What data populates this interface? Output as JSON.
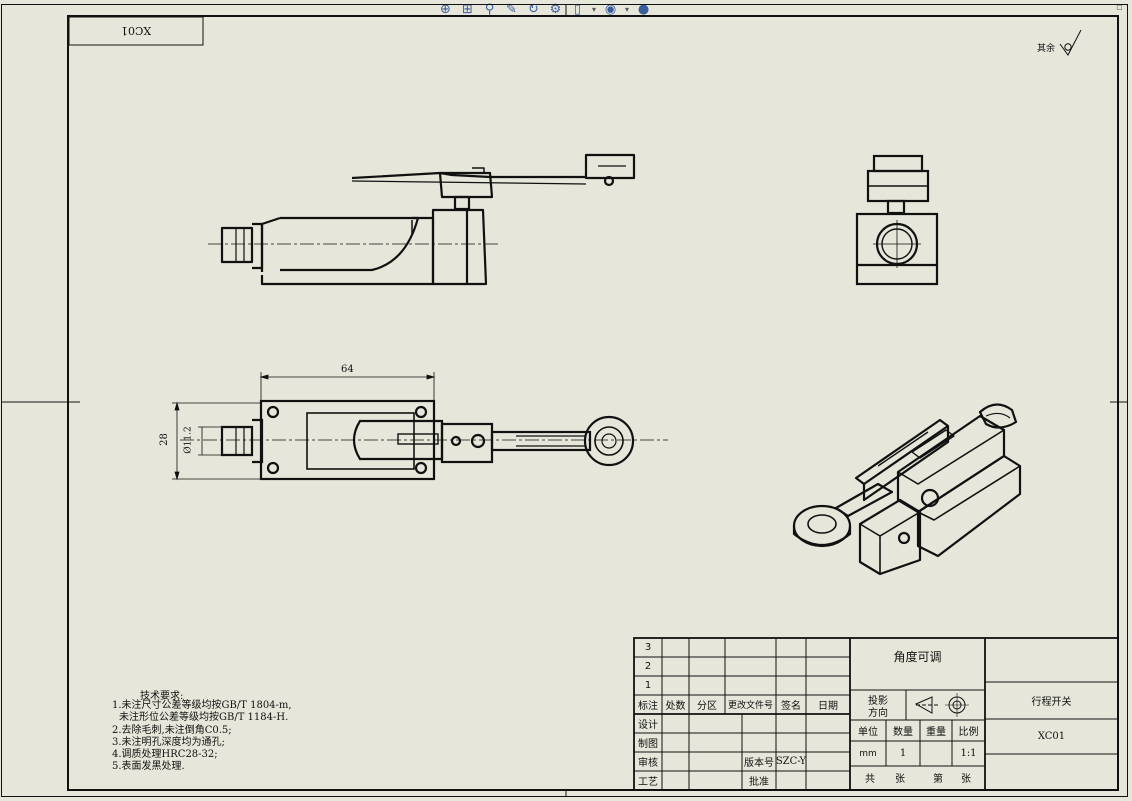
{
  "toolbar": {
    "buttons": [
      {
        "icon": "zoom-fit-icon",
        "glyph": "⊕"
      },
      {
        "icon": "zoom-area-icon",
        "glyph": "⊞"
      },
      {
        "icon": "zoom-in-out-icon",
        "glyph": "⚲"
      },
      {
        "icon": "pan-icon",
        "glyph": "✎"
      },
      {
        "icon": "rotate-icon",
        "glyph": "↻"
      },
      {
        "icon": "view-settings-icon",
        "glyph": "⚙"
      },
      {
        "icon": "display-style-icon",
        "glyph": "▯"
      },
      {
        "icon": "hide-show-icon",
        "glyph": "◉"
      },
      {
        "icon": "appearance-icon",
        "glyph": "●"
      }
    ]
  },
  "drawing": {
    "code_box_text": "XC01",
    "surface_mark": "其余",
    "dimensions": {
      "length": "64",
      "height": "28",
      "diameter": "Ø11.2"
    }
  },
  "technical_requirements": {
    "heading": "技术要求:",
    "items": [
      "1.未注尺寸公差等级均按GB/T 1804-m,",
      "  未注形位公差等级均按GB/T 1184-H.",
      "2.去除毛刺,未注倒角C0.5;",
      "3.未注明孔深度均为通孔;",
      "4.调质处理HRC28-32;",
      "5.表面发黑处理."
    ]
  },
  "title_block": {
    "rev_rows": [
      "3",
      "2",
      "1"
    ],
    "header": {
      "mark": "标注",
      "count": "处数",
      "zone": "分区",
      "doc_no": "更改文件号",
      "sign": "签名",
      "date": "日期"
    },
    "roles": {
      "design": "设计",
      "drafting": "制图",
      "review": "审核",
      "process": "工艺",
      "approve": "批准"
    },
    "version_label": "版本号",
    "version_value": "SZC-Y",
    "projection_label_1": "投影",
    "projection_label_2": "方向",
    "description": "角度可调",
    "unit_label": "单位",
    "qty_label": "数量",
    "weight_label": "重量",
    "scale_label": "比例",
    "unit_value": "mm",
    "qty_value": "1",
    "scale_value": "1:1",
    "sheets_total": "共",
    "sheets_unit_1": "张",
    "sheet_no": "第",
    "sheets_unit_2": "张",
    "part_name": "行程开关",
    "part_code": "XC01"
  }
}
